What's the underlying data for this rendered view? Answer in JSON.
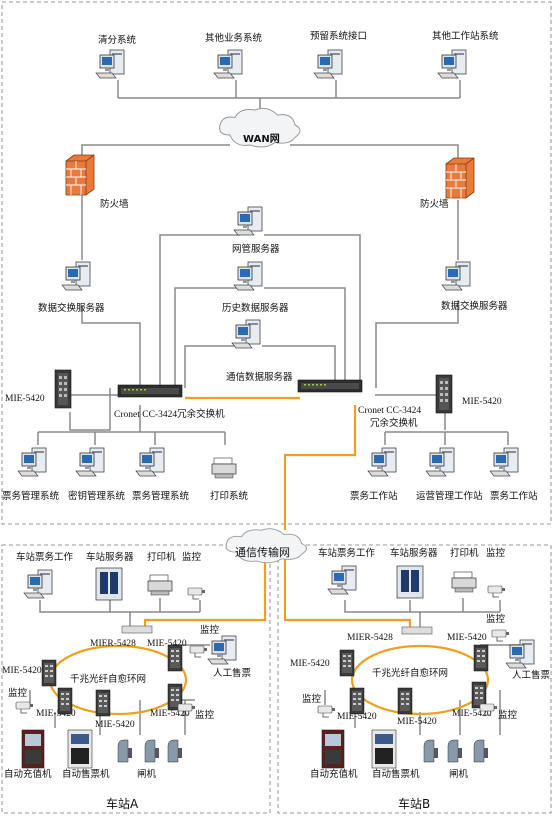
{
  "top_systems": [
    "清分系统",
    "其他业务系统",
    "预留系统接口",
    "其他工作站系统"
  ],
  "wan_label": "WAN网",
  "firewall_left": "防火墙",
  "firewall_right": "防火墙",
  "servers": {
    "network_mgmt": "网管服务器",
    "history": "历史数据服务器",
    "communication": "通信数据服务器",
    "exchange_left": "数据交换服务器",
    "exchange_right": "数据交换服务器"
  },
  "switches": {
    "left_model": "Cronet CC-3424冗余交换机",
    "right_model_line1": "Cronet CC-3424",
    "right_model_line2": "冗余交换机",
    "mie_left": "MIE-5420",
    "mie_right": "MIE-5420"
  },
  "center_left_systems": [
    "票务管理系统",
    "密钥管理系统",
    "票务管理系统",
    "打印系统"
  ],
  "center_right_systems": [
    "票务工作站",
    "运营管理工作站",
    "票务工作站"
  ],
  "transport_cloud": "通信传输网",
  "station_a": {
    "title": "车站A",
    "devices": [
      "车站票务工作",
      "车站服务器",
      "打印机",
      "监控"
    ],
    "ring": "千兆光纤自愈环网",
    "mier": "MIER-5428",
    "mie_labels": [
      "MIE-5420",
      "MIE-5420",
      "MIE-5420",
      "MIE-5420",
      "MIE-5420"
    ],
    "monitor": "监控",
    "manual": "人工售票",
    "bottom": [
      "自动充值机",
      "自动售票机",
      "闸机"
    ]
  },
  "station_b": {
    "title": "车站B",
    "devices": [
      "车站票务工作",
      "车站服务器",
      "打印机",
      "监控"
    ],
    "ring": "千兆光纤自愈环网",
    "mier": "MIER-5428",
    "mie_labels": [
      "MIE-5420",
      "MIE-5420",
      "MIE-5420",
      "MIE-5420",
      "MIE-5420"
    ],
    "monitor": "监控",
    "manual": "人工售票",
    "bottom": [
      "自动充值机",
      "自动售票机",
      "闸机"
    ]
  },
  "colors": {
    "line": "#8a8a8a",
    "fiber": "#f0a020",
    "dashed": "#777777",
    "firewall": "#e0602a"
  }
}
